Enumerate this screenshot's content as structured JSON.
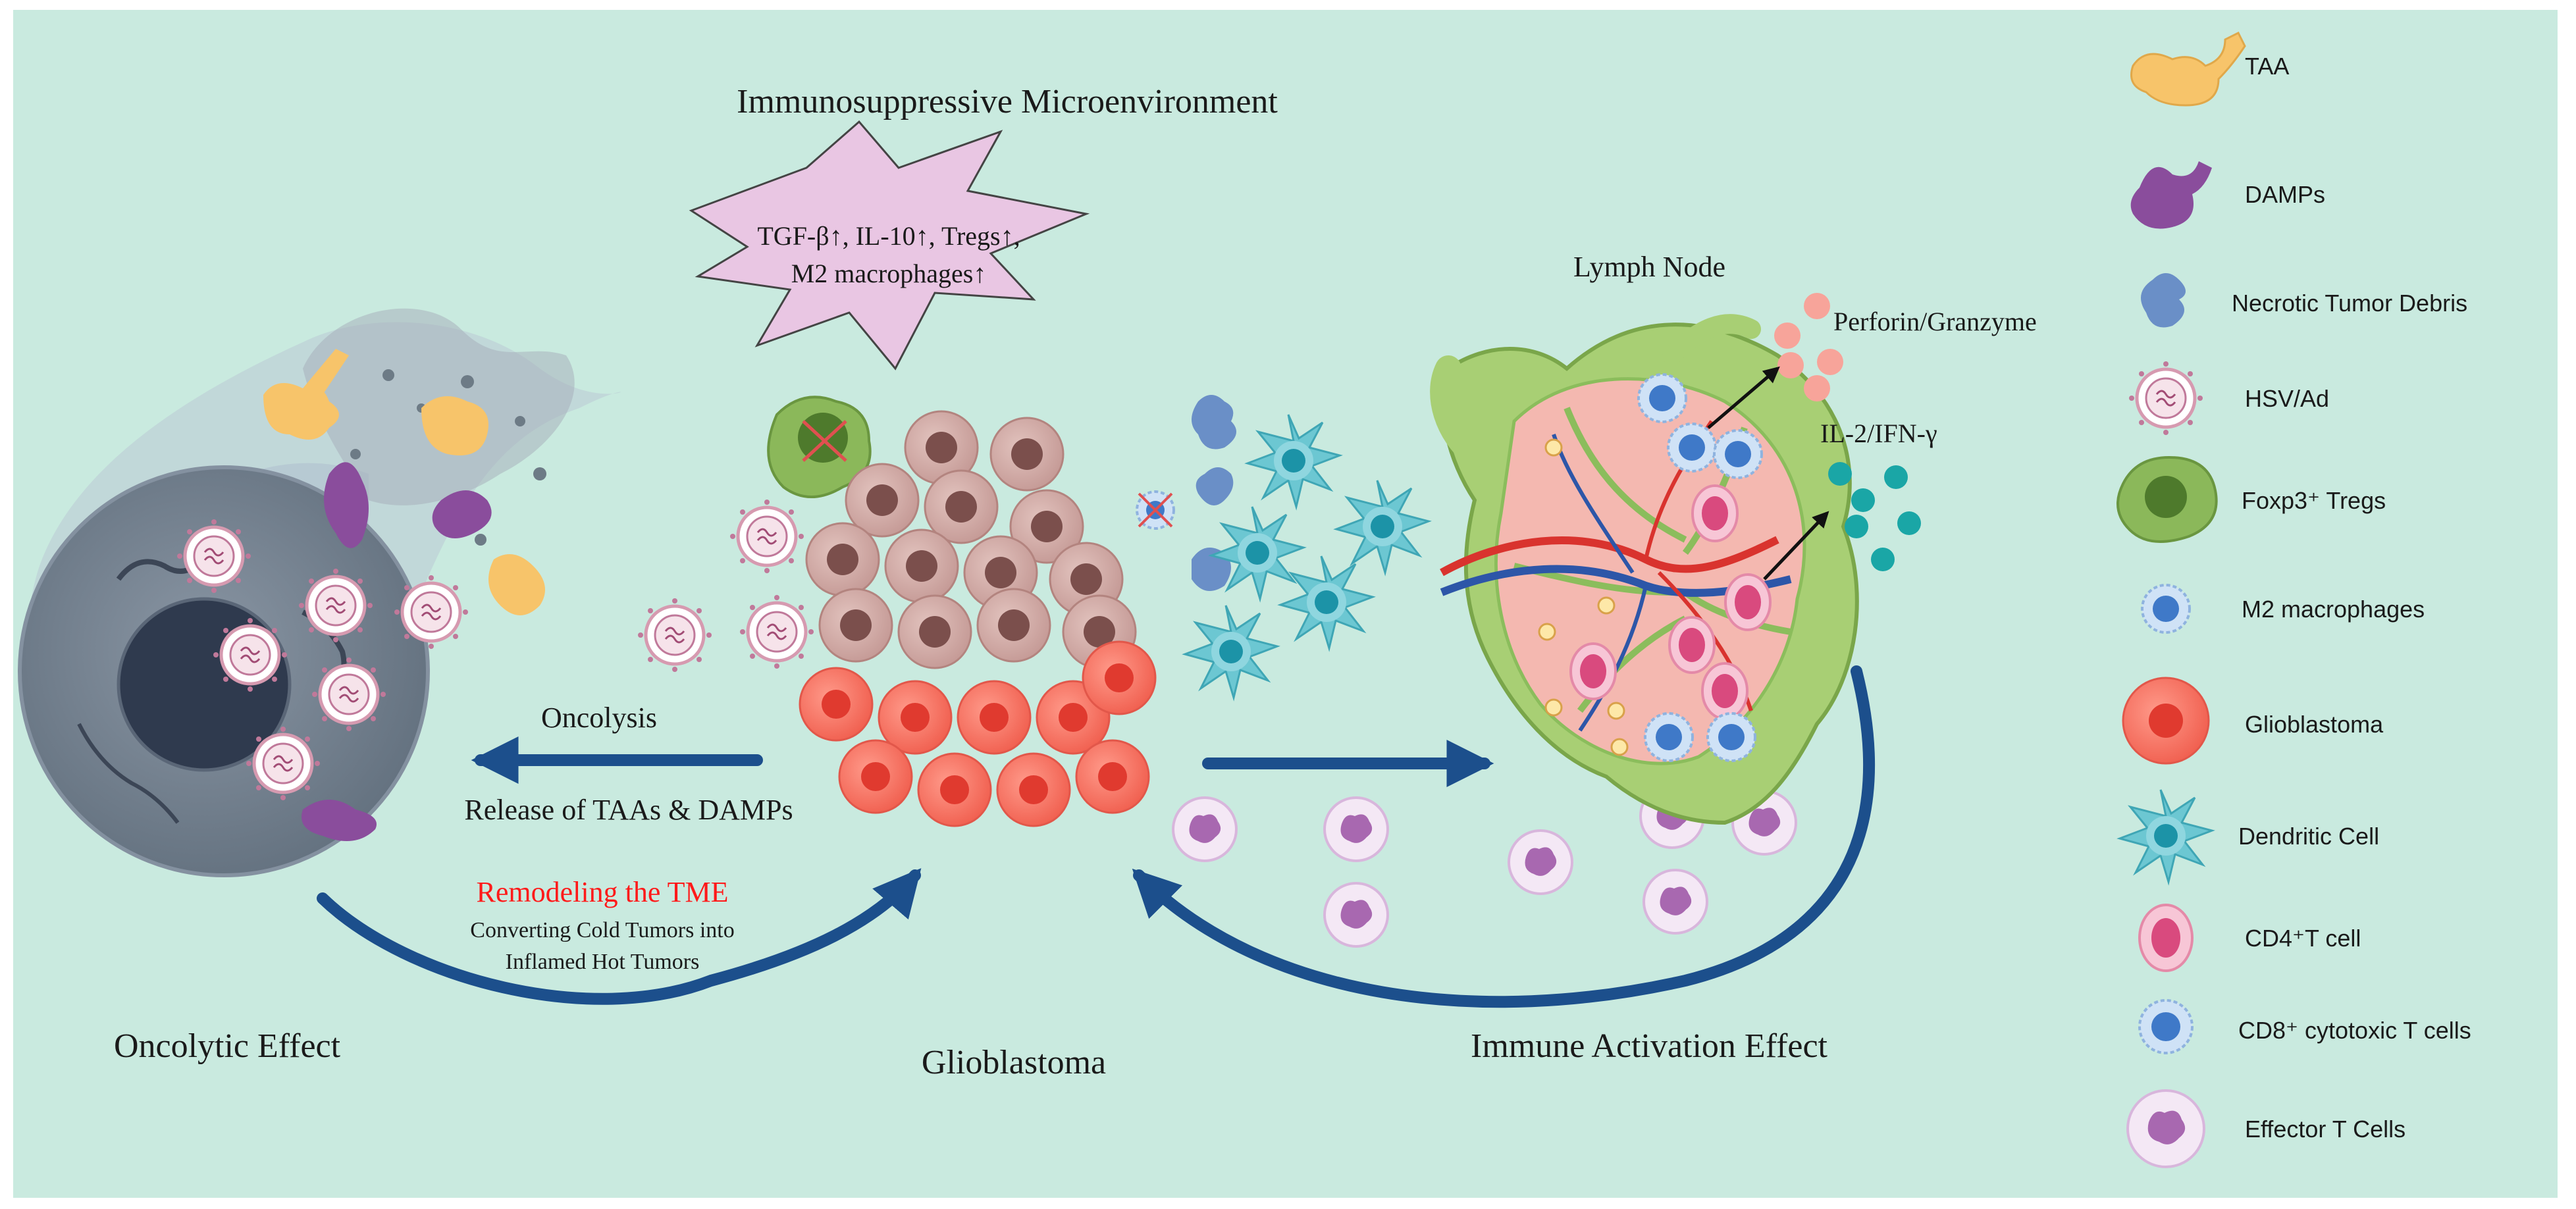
{
  "title": "Immunosuppressive Microenvironment",
  "star_text": {
    "line1": "TGF-β↑, IL-10↑, Tregs↑,",
    "line2": "M2 macrophages↑"
  },
  "sections": {
    "oncolytic": "Oncolytic Effect",
    "glioblastoma": "Glioblastoma",
    "immune": "Immune Activation Effect"
  },
  "arrows": {
    "oncolysis": "Oncolysis",
    "release": "Release of TAAs & DAMPs",
    "remodel_title": "Remodeling the TME",
    "remodel_line1": "Converting Cold Tumors into",
    "remodel_line2": "Inflamed Hot Tumors"
  },
  "lymph": {
    "node": "Lymph Node",
    "perforin": "Perforin/Granzyme",
    "il2": "IL-2/IFN-γ"
  },
  "legend": [
    {
      "label": "TAA",
      "icon": "taa-icon"
    },
    {
      "label": "DAMPs",
      "icon": "damps-icon"
    },
    {
      "label": "Necrotic Tumor Debris",
      "icon": "debris-icon"
    },
    {
      "label": "HSV/Ad",
      "icon": "virus-icon"
    },
    {
      "label": "Foxp3⁺ Tregs",
      "icon": "treg-icon"
    },
    {
      "label": "M2 macrophages",
      "icon": "m2-icon"
    },
    {
      "label": "Glioblastoma",
      "icon": "glioblastoma-icon"
    },
    {
      "label": "Dendritic Cell",
      "icon": "dendritic-icon"
    },
    {
      "label": "CD4⁺T cell",
      "icon": "cd4-icon"
    },
    {
      "label": "CD8⁺ cytotoxic T cells",
      "icon": "cd8-icon"
    },
    {
      "label": "Effector T Cells",
      "icon": "effector-icon"
    }
  ],
  "colors": {
    "background": "#c9eadf",
    "arrow": "#1c4f8c",
    "taa": "#f7c46a",
    "damps": "#8a4d9c",
    "tumor": "#f26b5b",
    "brown_cell": "#c9a09a",
    "dendritic": "#58b9c7",
    "cd4": "#e66a93",
    "cd8": "#5a8fd1",
    "effector": "#c28ec8",
    "treg": "#8bb85a",
    "lymph": "#a8cf74"
  }
}
